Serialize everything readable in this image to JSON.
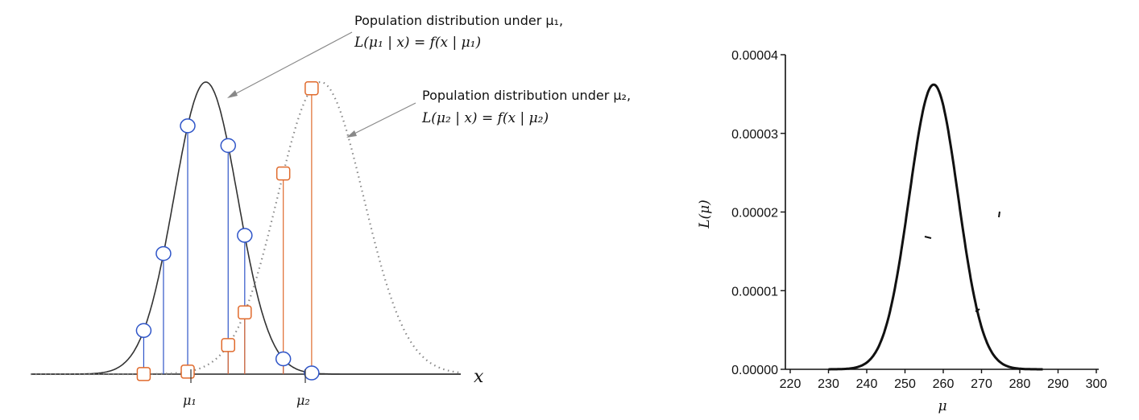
{
  "chart_data": [
    {
      "type": "line",
      "annotations": [
        {
          "line1": "Population distribution under μ₁,",
          "line2": "L(μ₁ | x) = f(x | μ₁)"
        },
        {
          "line1": "Population distribution under μ₂,",
          "line2": "L(μ₂ | x) = f(x | μ₂)"
        }
      ],
      "xlabel": "x",
      "xtick_labels": [
        "μ₁",
        "μ₂"
      ],
      "series": [
        {
          "style": "solid",
          "color": "#333333",
          "mean": 0.0,
          "sd": 1.0,
          "points_marker": "circle",
          "point_x": [
            -1.95,
            -1.33,
            -0.57,
            0.7,
            1.22,
            2.43,
            3.32
          ],
          "point_color": "#2f55c8"
        },
        {
          "style": "dotted",
          "color": "#888888",
          "mean": 3.6,
          "sd": 1.35,
          "points_marker": "square",
          "point_x": [
            -1.95,
            -0.57,
            0.7,
            1.22,
            2.43,
            3.32
          ],
          "point_color": "#e06a2c"
        }
      ],
      "xlim": [
        -5.5,
        8.0
      ]
    },
    {
      "type": "line",
      "xlabel": "μ",
      "ylabel": "L(μ)",
      "xlim": [
        220,
        300
      ],
      "ylim": [
        0,
        4e-05
      ],
      "xticks": [
        220,
        230,
        240,
        250,
        260,
        270,
        280,
        290,
        300
      ],
      "yticks": [
        "0.00000",
        "0.00001",
        "0.00002",
        "0.00003",
        "0.00004"
      ],
      "curve": {
        "mean": 257.5,
        "sd": 6.4,
        "peak": 3.62e-05,
        "from": 230,
        "to": 286
      },
      "color": "#111111"
    }
  ]
}
